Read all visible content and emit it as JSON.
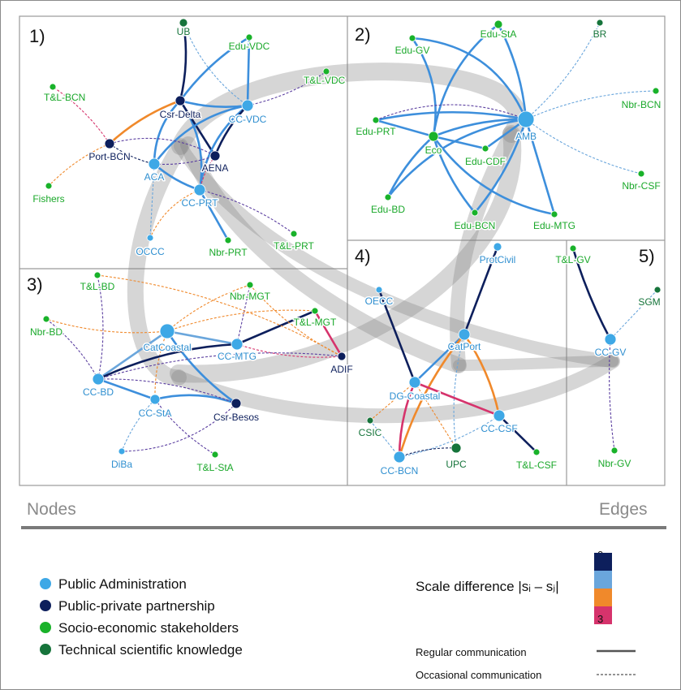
{
  "panels": [
    "1)",
    "2)",
    "3)",
    "4)",
    "5)"
  ],
  "section_headers": {
    "nodes": "Nodes",
    "edges": "Edges"
  },
  "node_categories": [
    {
      "label": "Public Administration",
      "color": "#3ea8e6"
    },
    {
      "label": "Public-private partnership",
      "color": "#0d1f5c"
    },
    {
      "label": "Socio-economic stakeholders",
      "color": "#19b22a"
    },
    {
      "label": "Technical scientific knowledge",
      "color": "#16743b"
    }
  ],
  "scale_legend": {
    "title": "Scale difference |sᵢ – sⱼ|",
    "min_label": "0",
    "max_label": "3",
    "colors": [
      "#0d1f5c",
      "#6aa6dc",
      "#f0892b",
      "#d6336c"
    ]
  },
  "edge_types": {
    "regular": "Regular communication",
    "occasional": "Occasional communication"
  },
  "nodes": [
    {
      "id": "UB",
      "cat": 3
    },
    {
      "id": "Edu-VDC",
      "cat": 2
    },
    {
      "id": "T&L-VDC",
      "cat": 2
    },
    {
      "id": "T&L-BCN",
      "cat": 2
    },
    {
      "id": "Csr-Delta",
      "cat": 1
    },
    {
      "id": "CC-VDC",
      "cat": 0
    },
    {
      "id": "Port-BCN",
      "cat": 1
    },
    {
      "id": "AENA",
      "cat": 1
    },
    {
      "id": "ACA",
      "cat": 0
    },
    {
      "id": "Fishers",
      "cat": 2
    },
    {
      "id": "CC-PRT",
      "cat": 0
    },
    {
      "id": "OCCC",
      "cat": 0
    },
    {
      "id": "Nbr-PRT",
      "cat": 2
    },
    {
      "id": "T&L-PRT",
      "cat": 2
    },
    {
      "id": "Edu-StA",
      "cat": 2
    },
    {
      "id": "BR",
      "cat": 3
    },
    {
      "id": "Edu-GV",
      "cat": 2
    },
    {
      "id": "Nbr-BCN",
      "cat": 2
    },
    {
      "id": "AMB",
      "cat": 0
    },
    {
      "id": "Edu-PRT",
      "cat": 2
    },
    {
      "id": "Eco",
      "cat": 2
    },
    {
      "id": "Edu-CDF",
      "cat": 2
    },
    {
      "id": "Nbr-CSF",
      "cat": 2
    },
    {
      "id": "Edu-BD",
      "cat": 2
    },
    {
      "id": "Edu-BCN",
      "cat": 2
    },
    {
      "id": "Edu-MTG",
      "cat": 2
    },
    {
      "id": "T&L-BD",
      "cat": 2
    },
    {
      "id": "Nbr-MGT",
      "cat": 2
    },
    {
      "id": "Nbr-BD",
      "cat": 2
    },
    {
      "id": "T&L-MGT",
      "cat": 2
    },
    {
      "id": "CatCoastal",
      "cat": 0
    },
    {
      "id": "CC-MTG",
      "cat": 0
    },
    {
      "id": "ADIF",
      "cat": 1
    },
    {
      "id": "CC-BD",
      "cat": 0
    },
    {
      "id": "CC-StA",
      "cat": 0
    },
    {
      "id": "Csr-Besos",
      "cat": 1
    },
    {
      "id": "DiBa",
      "cat": 0
    },
    {
      "id": "T&L-StA",
      "cat": 2
    },
    {
      "id": "ProtCivil",
      "cat": 0
    },
    {
      "id": "OECC",
      "cat": 0
    },
    {
      "id": "CatPort",
      "cat": 0
    },
    {
      "id": "DG-Coastal",
      "cat": 0
    },
    {
      "id": "CSIC",
      "cat": 3
    },
    {
      "id": "CC-CSF",
      "cat": 0
    },
    {
      "id": "UPC",
      "cat": 3
    },
    {
      "id": "CC-BCN",
      "cat": 0
    },
    {
      "id": "T&L-CSF",
      "cat": 2
    },
    {
      "id": "T&L-GV",
      "cat": 2
    },
    {
      "id": "SGM",
      "cat": 3
    },
    {
      "id": "CC-GV",
      "cat": 0
    },
    {
      "id": "Nbr-GV",
      "cat": 2
    }
  ]
}
